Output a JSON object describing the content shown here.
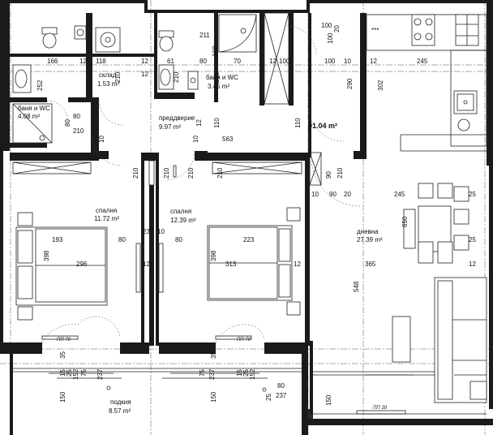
{
  "total_area": "91.04 m²",
  "rooms": [
    {
      "id": "storage",
      "name": "склад",
      "area": "1.53 m²"
    },
    {
      "id": "bath1",
      "name": "баня и WC",
      "area": "3.45 m²"
    },
    {
      "id": "bath2",
      "name": "баня и WC",
      "area": "4.08 m²"
    },
    {
      "id": "hall",
      "name": "преддверие",
      "area": "9.97 m²"
    },
    {
      "id": "bed1",
      "name": "спалня",
      "area": "11.72 m²"
    },
    {
      "id": "bed2",
      "name": "спалня",
      "area": "12.39 m²"
    },
    {
      "id": "living",
      "name": "дневна",
      "area": "27.39 m²"
    },
    {
      "id": "terrace",
      "name": "подкия",
      "area": "8.57 m²"
    }
  ],
  "window_tags": [
    "ПП 70",
    "ПП 70",
    "ПП 30"
  ],
  "stove_label": "***",
  "dims": [
    "211",
    "100",
    "100",
    "20",
    "166",
    "12",
    "118",
    "12",
    "61",
    "80",
    "168",
    "70",
    "12",
    "100",
    "100",
    "10",
    "12",
    "245",
    "252",
    "210",
    "210",
    "210",
    "290",
    "302",
    "12",
    "80",
    "80",
    "210",
    "110",
    "110",
    "12",
    "563",
    "10",
    "10",
    "210",
    "210",
    "210",
    "210",
    "90",
    "210",
    "10",
    "90",
    "20",
    "245",
    "25",
    "650",
    "25",
    "193",
    "80",
    "23",
    "10",
    "80",
    "223",
    "398",
    "296",
    "12",
    "398",
    "313",
    "12",
    "365",
    "548",
    "75",
    "15",
    "25",
    "152",
    "237",
    "75",
    "237",
    "15",
    "25",
    "152",
    "35",
    "35",
    "80",
    "237",
    "150",
    "150",
    "150",
    "25",
    "12"
  ]
}
